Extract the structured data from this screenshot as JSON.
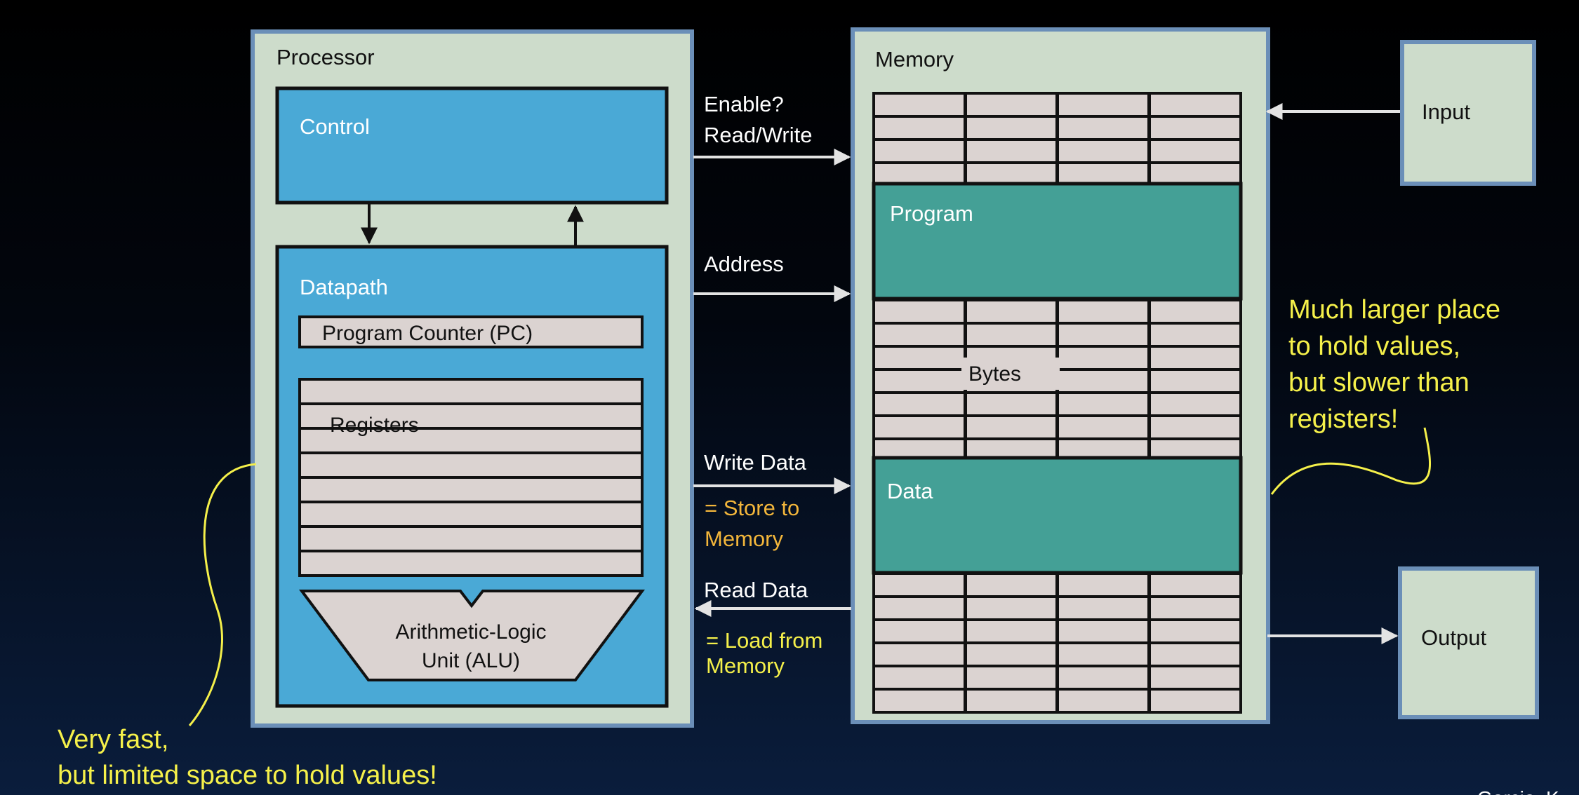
{
  "colors": {
    "panel": "#cddccb",
    "panel_border": "#6b8fb8",
    "blue": "#4aa9d6",
    "teal": "#44a096",
    "cell": "#dbd3d1",
    "yellow": "#f5f04a",
    "orange": "#f3b63b",
    "arrow": "#e3e3e3",
    "text_dark": "#111111",
    "text_light": "#ffffff"
  },
  "processor": {
    "title": "Processor",
    "control": "Control",
    "datapath": "Datapath",
    "pc": "Program Counter (PC)",
    "registers": "Registers",
    "alu_line1": "Arithmetic-Logic",
    "alu_line2": "Unit (ALU)"
  },
  "memory": {
    "title": "Memory",
    "program": "Program",
    "bytes": "Bytes",
    "data": "Data"
  },
  "io": {
    "input": "Input",
    "output": "Output"
  },
  "signals": {
    "enable": "Enable?",
    "read_write": "Read/Write",
    "address": "Address",
    "write_data": "Write Data",
    "store_1": "= Store to",
    "store_2": "Memory",
    "read_data": "Read Data",
    "load_1": "= Load from",
    "load_2": "Memory"
  },
  "notes": {
    "memory_1": "Much larger place",
    "memory_2": "to hold values,",
    "memory_3": "but slower than",
    "memory_4": "registers!",
    "reg_1": "Very fast,",
    "reg_2": "but limited space to hold values!"
  },
  "credit": "Garcia, K"
}
